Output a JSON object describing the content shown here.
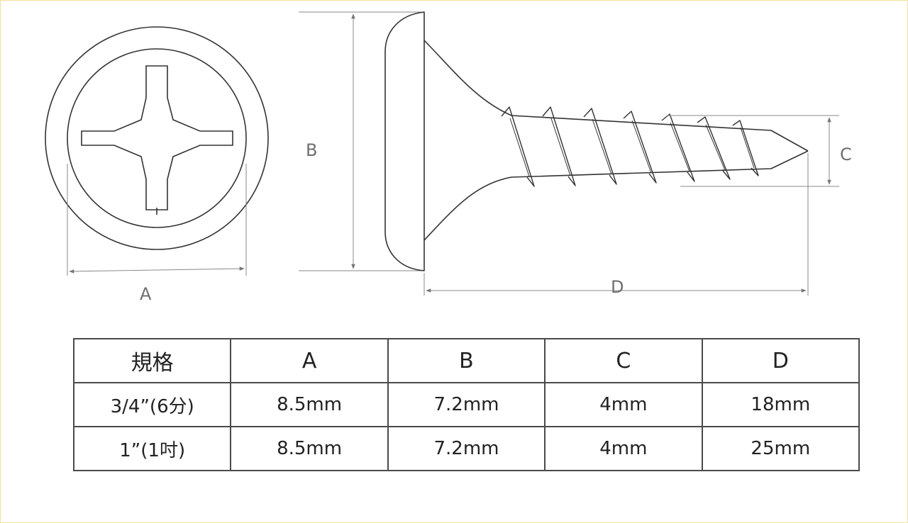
{
  "dimension_labels": {
    "a": "A",
    "b": "B",
    "c": "C",
    "d": "D"
  },
  "spec_table": {
    "headers": [
      "規格",
      "A",
      "B",
      "C",
      "D"
    ],
    "rows": [
      [
        "3/4”(6分)",
        "8.5mm",
        "7.2mm",
        "4mm",
        "18mm"
      ],
      [
        "1”(1吋)",
        "8.5mm",
        "7.2mm",
        "4mm",
        "25mm"
      ]
    ]
  }
}
